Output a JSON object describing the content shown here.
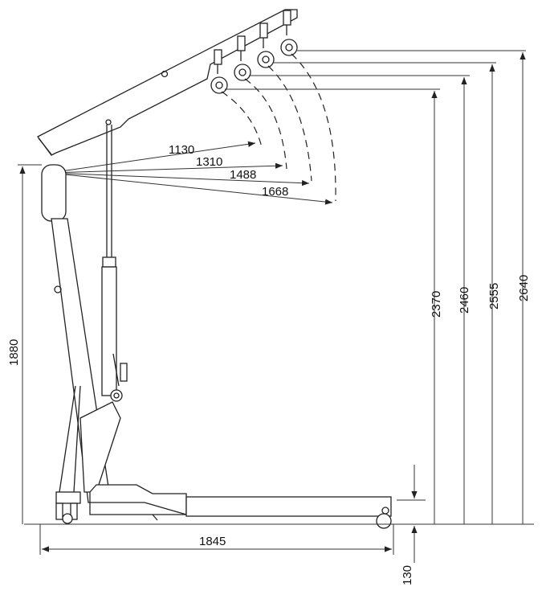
{
  "diagram": {
    "reach_labels": [
      "1130",
      "1310",
      "1488",
      "1668"
    ],
    "height_labels": [
      "2370",
      "2460",
      "2555",
      "2640"
    ],
    "mast_height": "1880",
    "base_length": "1845",
    "clearance": "130"
  },
  "colors": {
    "line": "#222222",
    "background": "#ffffff"
  }
}
